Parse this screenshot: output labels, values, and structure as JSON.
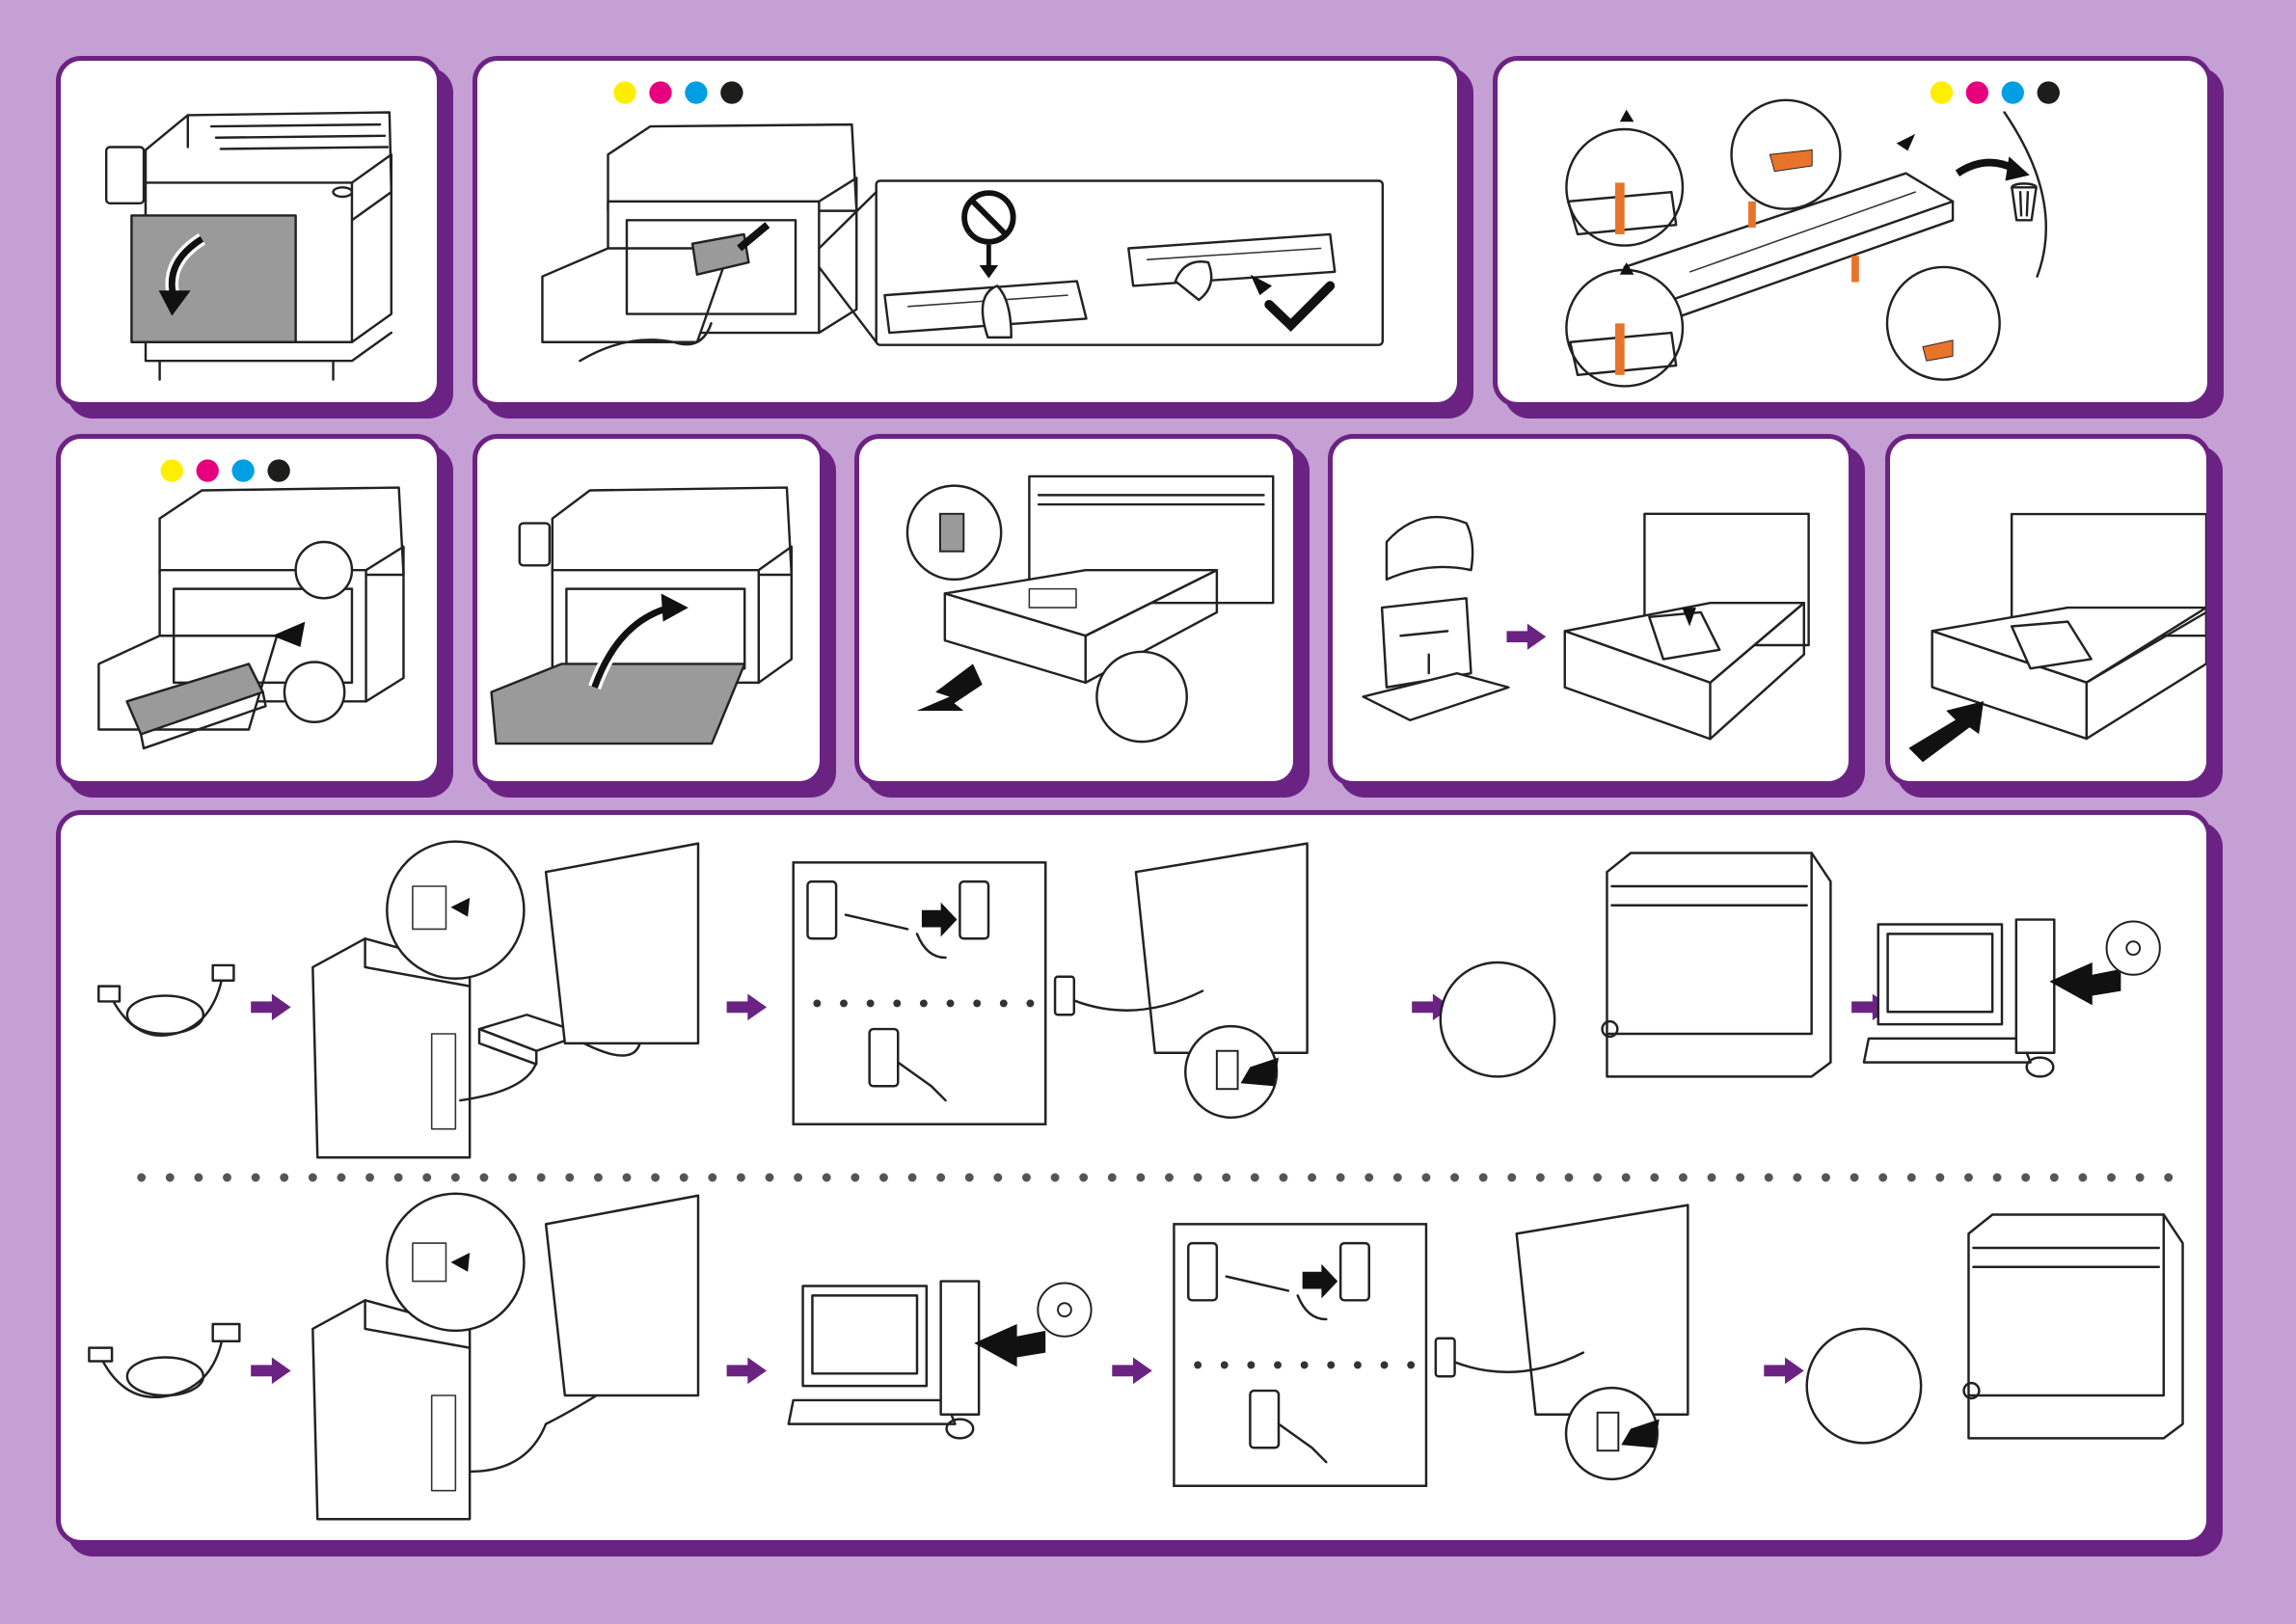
{
  "colors": {
    "background": "#c5a0d4",
    "panel_border": "#6b2383",
    "toner_yellow": "#ffee00",
    "toner_magenta": "#e6007e",
    "toner_cyan": "#009fe3",
    "toner_black": "#1d1d1b",
    "part_orange": "#e8742a"
  },
  "toner_dots": [
    "yellow",
    "magenta",
    "cyan",
    "black"
  ],
  "steps": [
    {
      "id": "open-front-cover",
      "icons": [
        "printer-icon",
        "curved-arrow-icon"
      ]
    },
    {
      "id": "remove-drum",
      "icons": [
        "printer-icon",
        "prohibited-icon",
        "checkmark-icon",
        "hand-icon"
      ]
    },
    {
      "id": "remove-protective-parts",
      "icons": [
        "drum-cartridge-icon",
        "trash-bin-icon"
      ]
    },
    {
      "id": "insert-drum",
      "icons": [
        "printer-icon",
        "drum-cartridge-icon"
      ]
    },
    {
      "id": "close-front-cover",
      "icons": [
        "printer-icon",
        "curved-arrow-icon"
      ]
    },
    {
      "id": "pull-out-tray",
      "icons": [
        "paper-tray-icon",
        "arrow-icon"
      ]
    },
    {
      "id": "load-paper",
      "icons": [
        "paper-stack-icon",
        "paper-tray-icon"
      ]
    },
    {
      "id": "push-in-tray",
      "icons": [
        "paper-tray-icon",
        "arrow-icon"
      ]
    }
  ],
  "connection_rows": [
    {
      "id": "network",
      "icons": [
        "lan-cable-icon",
        "computer-tower-icon",
        "network-hub-icon",
        "power-outlet-icon",
        "power-switch-icon",
        "printer-icon",
        "computer-icon",
        "cd-icon"
      ]
    },
    {
      "id": "usb",
      "icons": [
        "usb-cable-icon",
        "computer-tower-icon",
        "computer-icon",
        "cd-icon",
        "power-outlet-icon",
        "power-switch-icon",
        "printer-icon"
      ]
    }
  ]
}
